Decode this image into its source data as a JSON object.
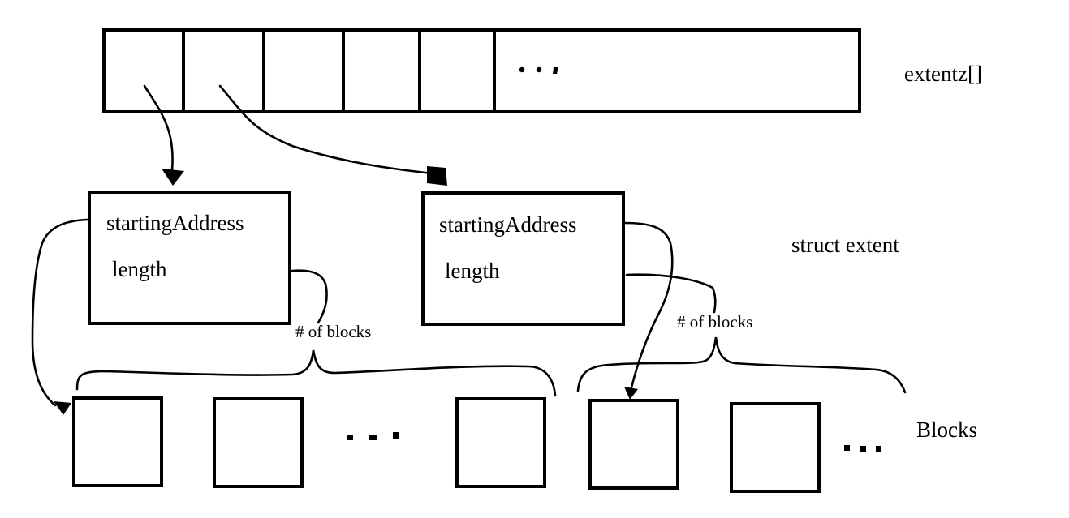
{
  "array": {
    "label": "extentz[]",
    "ellipsis": "..."
  },
  "extents": [
    {
      "field1": "startingAddress",
      "field2": "length"
    },
    {
      "field1": "startingAddress",
      "field2": "length"
    }
  ],
  "struct_label": "struct extent",
  "braces": [
    {
      "label": "# of blocks"
    },
    {
      "label": "# of blocks"
    }
  ],
  "blocks": {
    "label": "Blocks",
    "ellipsis": "..."
  },
  "colors": {
    "ink": "#000000",
    "background": "#ffffff"
  }
}
